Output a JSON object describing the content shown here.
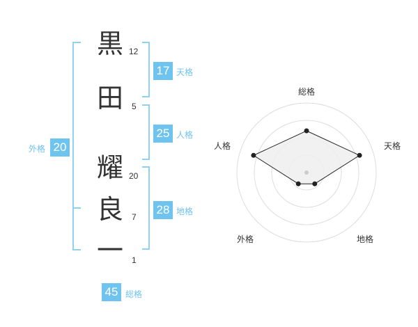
{
  "name_characters": [
    {
      "char": "黒",
      "strokes": "12"
    },
    {
      "char": "田",
      "strokes": "5"
    },
    {
      "char": "耀",
      "strokes": "20"
    },
    {
      "char": "良",
      "strokes": "7"
    },
    {
      "char": "一",
      "strokes": "1"
    }
  ],
  "fortunes": {
    "tenkaku": {
      "label": "天格",
      "value": "17"
    },
    "jinkaku": {
      "label": "人格",
      "value": "25"
    },
    "chikaku": {
      "label": "地格",
      "value": "28"
    },
    "gaikaku": {
      "label": "外格",
      "value": "20"
    },
    "soukaku": {
      "label": "総格",
      "value": "45"
    }
  },
  "colors": {
    "accent": "#6fc3ef",
    "bracket": "#8fd0f3",
    "text": "#333333"
  },
  "chart_data": {
    "type": "radar",
    "axes": [
      "総格",
      "天格",
      "地格",
      "外格",
      "人格"
    ],
    "values": [
      3,
      4,
      1,
      1,
      4
    ],
    "rmax": 5,
    "rings": 4,
    "grid": true
  }
}
